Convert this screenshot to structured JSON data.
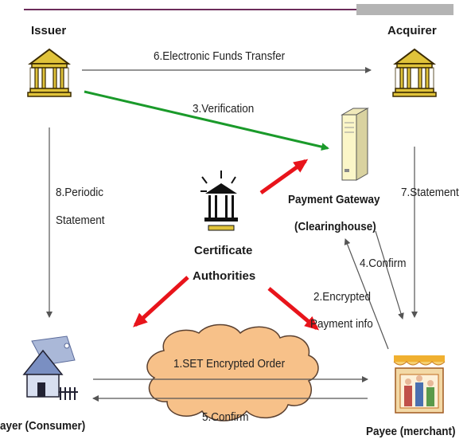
{
  "nodes": {
    "issuer": "Issuer",
    "acquirer": "Acquirer",
    "gateway": [
      "Payment Gateway",
      "(Clearinghouse)"
    ],
    "ca": [
      "Certificate",
      "Authorities"
    ],
    "payer": "ayer (Consumer)",
    "payee": "Payee (merchant)"
  },
  "steps": {
    "s1": "1.SET Encrypted Order",
    "s2": [
      "2.Encrypted",
      "Payment info"
    ],
    "s3": "3.Verification",
    "s4": "4.Confirm",
    "s5": "5.Confirm",
    "s6": "6.Electronic Funds Transfer",
    "s7": "7.Statement",
    "s8": [
      "8.Periodic",
      "Statement"
    ]
  },
  "colors": {
    "red_arrow": "#e8141b",
    "green_arrow": "#1a9a2a",
    "cloud": "#f7c189",
    "building": "#e0c33a",
    "server": "#fbf6c8"
  },
  "icons": [
    "bank-icon",
    "server-icon",
    "certificate-authority-icon",
    "house-icon",
    "shop-icon",
    "cloud-shape"
  ]
}
